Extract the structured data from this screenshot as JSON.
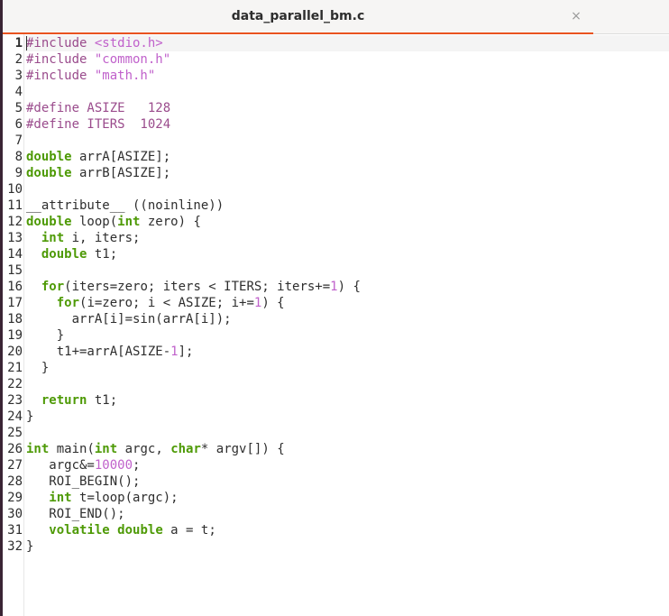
{
  "window": {
    "tab_title": "data_parallel_bm.c",
    "close_glyph": "×",
    "accent_color": "#e95420"
  },
  "editor": {
    "current_line": 1,
    "lines": [
      {
        "n": "1",
        "tokens": [
          [
            "pre",
            "#include "
          ],
          [
            "str",
            "<stdio.h>"
          ]
        ]
      },
      {
        "n": "2",
        "tokens": [
          [
            "pre",
            "#include "
          ],
          [
            "str",
            "\"common.h\""
          ]
        ]
      },
      {
        "n": "3",
        "tokens": [
          [
            "pre",
            "#include "
          ],
          [
            "str",
            "\"math.h\""
          ]
        ]
      },
      {
        "n": "4",
        "tokens": []
      },
      {
        "n": "5",
        "tokens": [
          [
            "pre",
            "#define ASIZE   128"
          ]
        ]
      },
      {
        "n": "6",
        "tokens": [
          [
            "pre",
            "#define ITERS  1024"
          ]
        ]
      },
      {
        "n": "7",
        "tokens": []
      },
      {
        "n": "8",
        "tokens": [
          [
            "kw",
            "double"
          ],
          [
            "plain",
            " arrA[ASIZE];"
          ]
        ]
      },
      {
        "n": "9",
        "tokens": [
          [
            "kw",
            "double"
          ],
          [
            "plain",
            " arrB[ASIZE];"
          ]
        ]
      },
      {
        "n": "10",
        "tokens": []
      },
      {
        "n": "11",
        "tokens": [
          [
            "plain",
            "__attribute__ ((noinline))"
          ]
        ]
      },
      {
        "n": "12",
        "tokens": [
          [
            "kw",
            "double"
          ],
          [
            "plain",
            " loop("
          ],
          [
            "kw",
            "int"
          ],
          [
            "plain",
            " zero) {"
          ]
        ]
      },
      {
        "n": "13",
        "tokens": [
          [
            "plain",
            "  "
          ],
          [
            "kw",
            "int"
          ],
          [
            "plain",
            " i, iters;"
          ]
        ]
      },
      {
        "n": "14",
        "tokens": [
          [
            "plain",
            "  "
          ],
          [
            "kw",
            "double"
          ],
          [
            "plain",
            " t1;"
          ]
        ]
      },
      {
        "n": "15",
        "tokens": []
      },
      {
        "n": "16",
        "tokens": [
          [
            "plain",
            "  "
          ],
          [
            "kw",
            "for"
          ],
          [
            "plain",
            "(iters=zero; iters < ITERS; iters+="
          ],
          [
            "num",
            "1"
          ],
          [
            "plain",
            ") {"
          ]
        ]
      },
      {
        "n": "17",
        "tokens": [
          [
            "plain",
            "    "
          ],
          [
            "kw",
            "for"
          ],
          [
            "plain",
            "(i=zero; i < ASIZE; i+="
          ],
          [
            "num",
            "1"
          ],
          [
            "plain",
            ") {"
          ]
        ]
      },
      {
        "n": "18",
        "tokens": [
          [
            "plain",
            "      arrA[i]=sin(arrA[i]);"
          ]
        ]
      },
      {
        "n": "19",
        "tokens": [
          [
            "plain",
            "    }"
          ]
        ]
      },
      {
        "n": "20",
        "tokens": [
          [
            "plain",
            "    t1+=arrA[ASIZE-"
          ],
          [
            "num",
            "1"
          ],
          [
            "plain",
            "];"
          ]
        ]
      },
      {
        "n": "21",
        "tokens": [
          [
            "plain",
            "  }"
          ]
        ]
      },
      {
        "n": "22",
        "tokens": []
      },
      {
        "n": "23",
        "tokens": [
          [
            "plain",
            "  "
          ],
          [
            "kw",
            "return"
          ],
          [
            "plain",
            " t1;"
          ]
        ]
      },
      {
        "n": "24",
        "tokens": [
          [
            "plain",
            "}"
          ]
        ]
      },
      {
        "n": "25",
        "tokens": []
      },
      {
        "n": "26",
        "tokens": [
          [
            "kw",
            "int"
          ],
          [
            "plain",
            " main("
          ],
          [
            "kw",
            "int"
          ],
          [
            "plain",
            " argc, "
          ],
          [
            "kw",
            "char"
          ],
          [
            "plain",
            "* argv[]) {"
          ]
        ]
      },
      {
        "n": "27",
        "tokens": [
          [
            "plain",
            "   argc&="
          ],
          [
            "num",
            "10000"
          ],
          [
            "plain",
            ";"
          ]
        ]
      },
      {
        "n": "28",
        "tokens": [
          [
            "plain",
            "   ROI_BEGIN();"
          ]
        ]
      },
      {
        "n": "29",
        "tokens": [
          [
            "plain",
            "   "
          ],
          [
            "kw",
            "int"
          ],
          [
            "plain",
            " t=loop(argc);"
          ]
        ]
      },
      {
        "n": "30",
        "tokens": [
          [
            "plain",
            "   ROI_END();"
          ]
        ]
      },
      {
        "n": "31",
        "tokens": [
          [
            "plain",
            "   "
          ],
          [
            "kw",
            "volatile"
          ],
          [
            "plain",
            " "
          ],
          [
            "kw",
            "double"
          ],
          [
            "plain",
            " a = t;"
          ]
        ]
      },
      {
        "n": "32",
        "tokens": [
          [
            "plain",
            "}"
          ]
        ]
      }
    ]
  }
}
